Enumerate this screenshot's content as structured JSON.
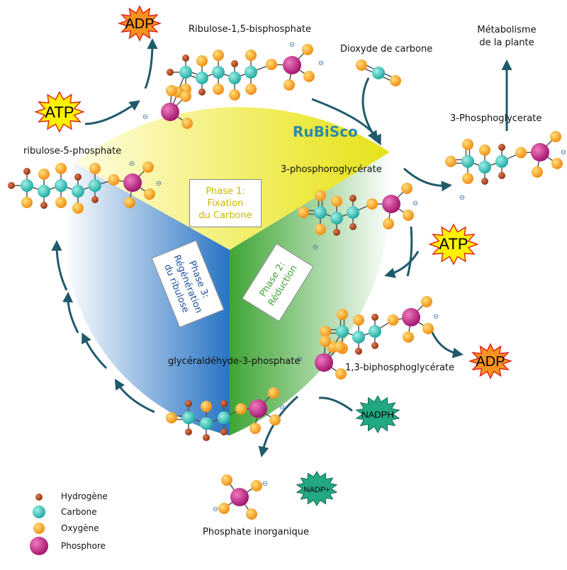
{
  "labels": {
    "rubp": "Ribulose-1,5-bisphosphate",
    "co2": "Dioxyde de carbone",
    "metabolism_line1": "Métabolisme",
    "metabolism_line2": "de la plante",
    "pg3_out": "3-Phosphoglycerate",
    "pg3": "3-phosphoroglycérate",
    "ru5p": "ribulose-5-phosphate",
    "bpg": "1,3-biphosphoglycérate",
    "g3p": "glycéraldéhyde-3-phosphate",
    "pi": "Phosphate inorganique",
    "rubisco": "RuBiSco"
  },
  "badges": {
    "adp_top": "ADP",
    "atp_left": "ATP",
    "atp_right": "ATP",
    "adp_right": "ADP",
    "nadph": "NADPH",
    "nadp": "NADP+"
  },
  "phases": {
    "phase1": [
      "Phase 1:",
      "Fixation",
      "du Carbone"
    ],
    "phase2": [
      "Phase 2:",
      "Réduction"
    ],
    "phase3": [
      "Phase 3:",
      "Régénération",
      "du ribulose"
    ]
  },
  "legend": [
    {
      "label": "Hydrogène",
      "atom": "H"
    },
    {
      "label": "Carbone",
      "atom": "C"
    },
    {
      "label": "Oxygène",
      "atom": "O"
    },
    {
      "label": "Phosphore",
      "atom": "P"
    }
  ],
  "colors": {
    "phase1": "#e6e21a",
    "phase2": "#3fa535",
    "phase3": "#2874c4",
    "arrow": "#1f5a6b",
    "rubisco_text": "#2c8ca8",
    "carbon": "#1aa7a0",
    "oxygen": "#f5a21a",
    "hydrogen": "#a8401c",
    "phosphorus": "#c0157a",
    "burst_fill": "#f7931e",
    "burst_stroke": "#e0261c",
    "atp_fill": "#fff200",
    "nadph_fill": "#23a884"
  },
  "charge": "⊖"
}
